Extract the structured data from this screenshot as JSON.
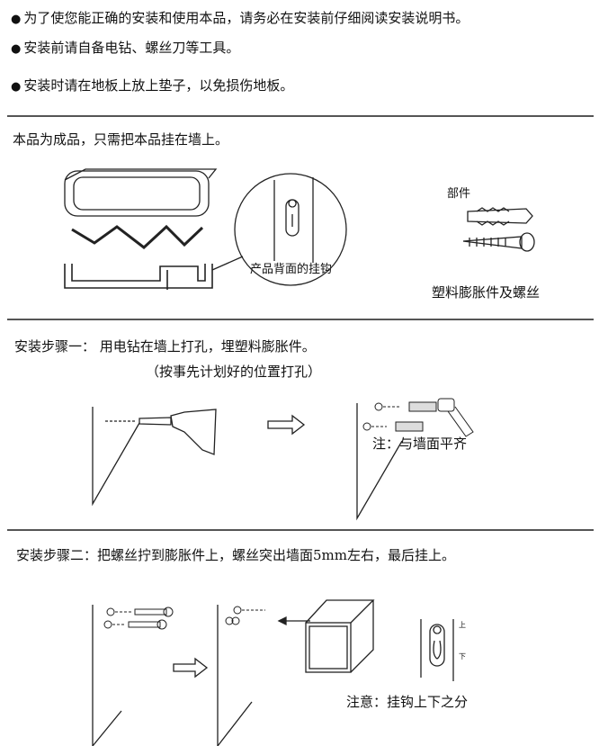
{
  "notes": [
    "为了使您能正确的安装和使用本品，请务必在安装前仔细阅读安装说明书。",
    "安装前请自备电钻、螺丝刀等工具。",
    "安装时请在地板上放上垫子，以免损伤地板。"
  ],
  "product": {
    "intro": "本品为成品，只需把本品挂在墙上。",
    "hook_label": "产品背面的挂钩",
    "parts_title": "部件",
    "parts_label": "塑料膨胀件及螺丝"
  },
  "step1": {
    "title": "安装步骤一：  用电钻在墙上打孔，埋塑料膨胀件。",
    "hint": "（按事先计划好的位置打孔）",
    "note": "注：与墙面平齐"
  },
  "step2": {
    "title": "安装步骤二：把螺丝拧到膨胀件上，螺丝突出墙面5mm左右，最后挂上。",
    "note": "注意：挂钩上下之分",
    "up": "上",
    "down": "下"
  }
}
